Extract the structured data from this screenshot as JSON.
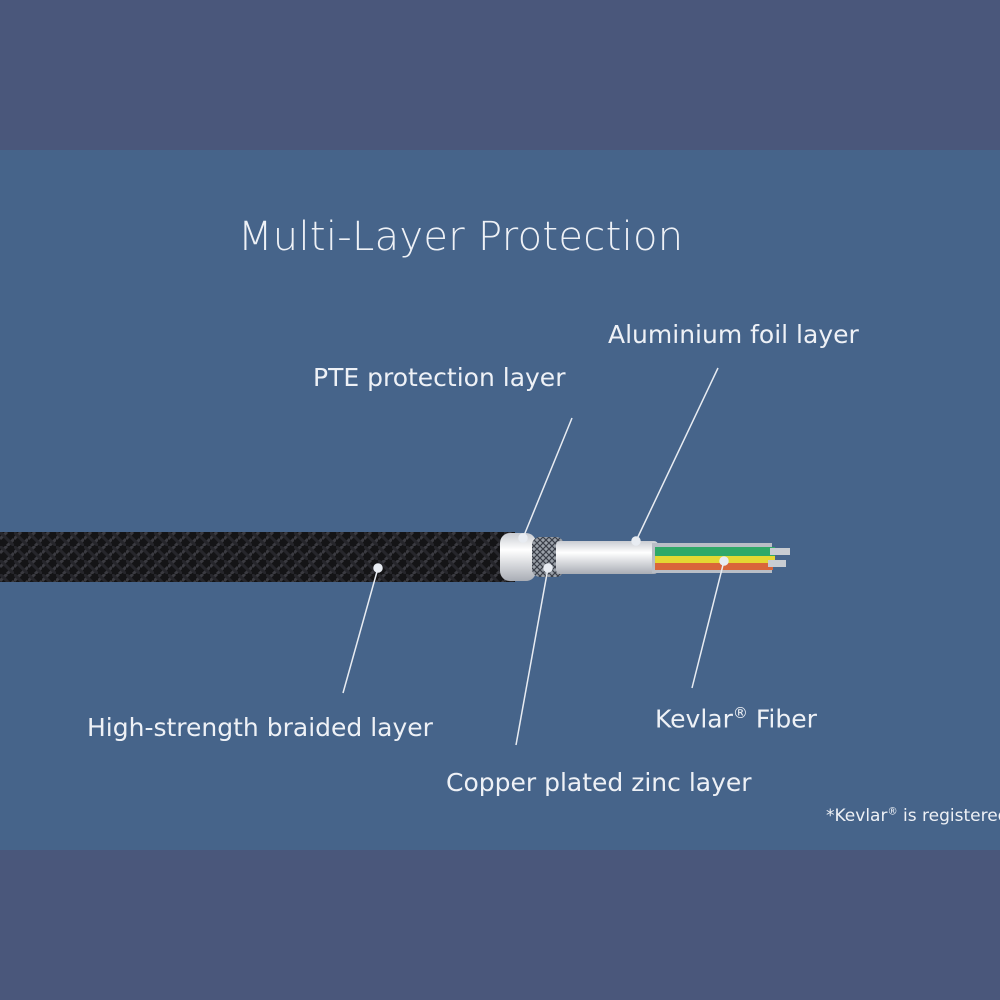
{
  "title": "Multi-Layer Protection",
  "labels": {
    "aluminium": "Aluminium foil layer",
    "pte": "PTE protection layer",
    "braided": "High-strength braided layer",
    "kevlar": "Kevlar",
    "kevlar_suffix": "Fiber",
    "copper": "Copper plated zinc layer"
  },
  "footnote": {
    "prefix": "*Kevlar",
    "suffix": "is registered"
  },
  "registered_mark": "®",
  "colors": {
    "outer_bg": "#4a577b",
    "panel_bg": "#46648a",
    "text": "#eef1f6",
    "wire_green": "#2fa968",
    "wire_yellow": "#e4d832",
    "wire_red": "#d9663a"
  }
}
